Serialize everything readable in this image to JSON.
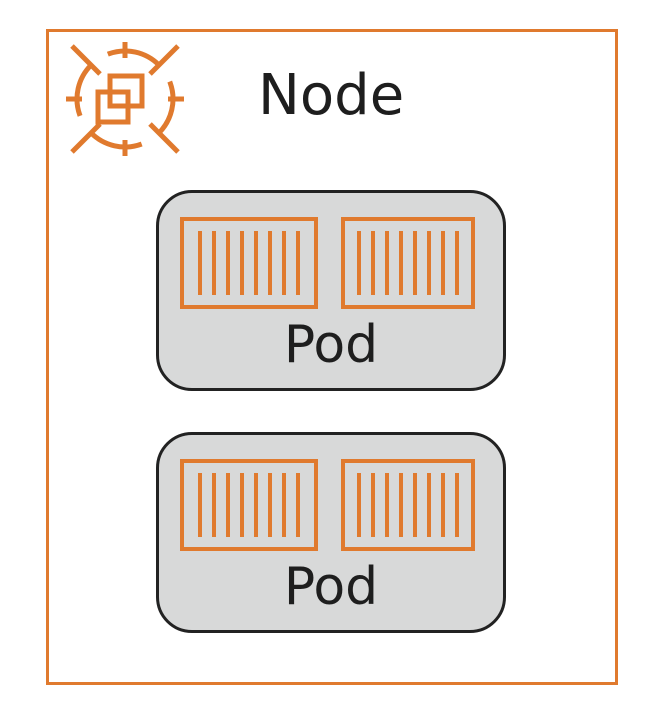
{
  "colors": {
    "accent": "#e07a2e",
    "pod_fill": "#d8d9d9",
    "pod_border": "#222222",
    "text": "#1e1e1e"
  },
  "node": {
    "title": "Node",
    "icon": "node-target-icon"
  },
  "pods": [
    {
      "label": "Pod",
      "containers": [
        "container-icon",
        "container-icon"
      ]
    },
    {
      "label": "Pod",
      "containers": [
        "container-icon",
        "container-icon"
      ]
    }
  ]
}
